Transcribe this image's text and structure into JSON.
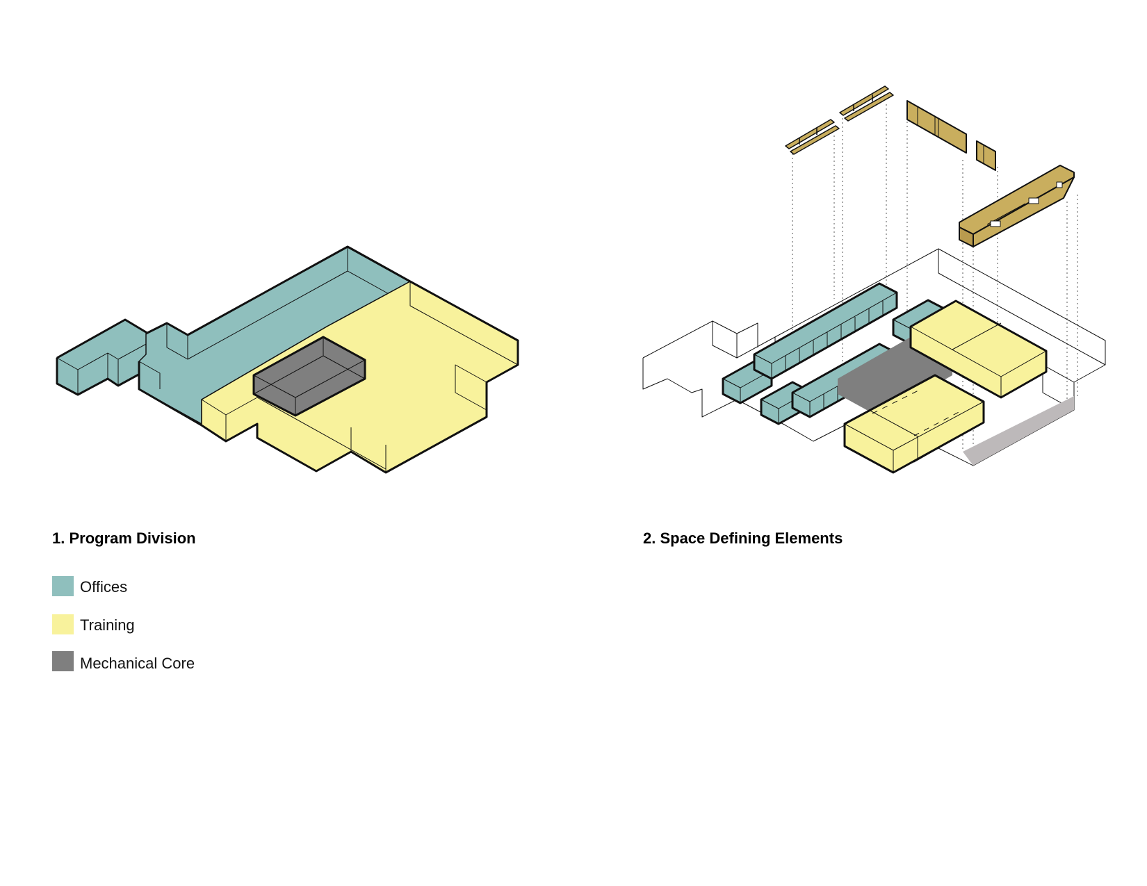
{
  "diagram_1": {
    "title": "1. Program Division",
    "legend": [
      {
        "label": "Offices",
        "color": "#8FBFBD"
      },
      {
        "label": "Training",
        "color": "#F8F29C"
      },
      {
        "label": "Mechanical Core",
        "color": "#7F7F7F"
      }
    ]
  },
  "diagram_2": {
    "title": "2. Space Defining Elements"
  },
  "colors": {
    "offices": "#8FBFBD",
    "training": "#F8F29C",
    "core": "#7F7F7F",
    "millwork": "#C9AE5E",
    "outline": "#111111"
  }
}
